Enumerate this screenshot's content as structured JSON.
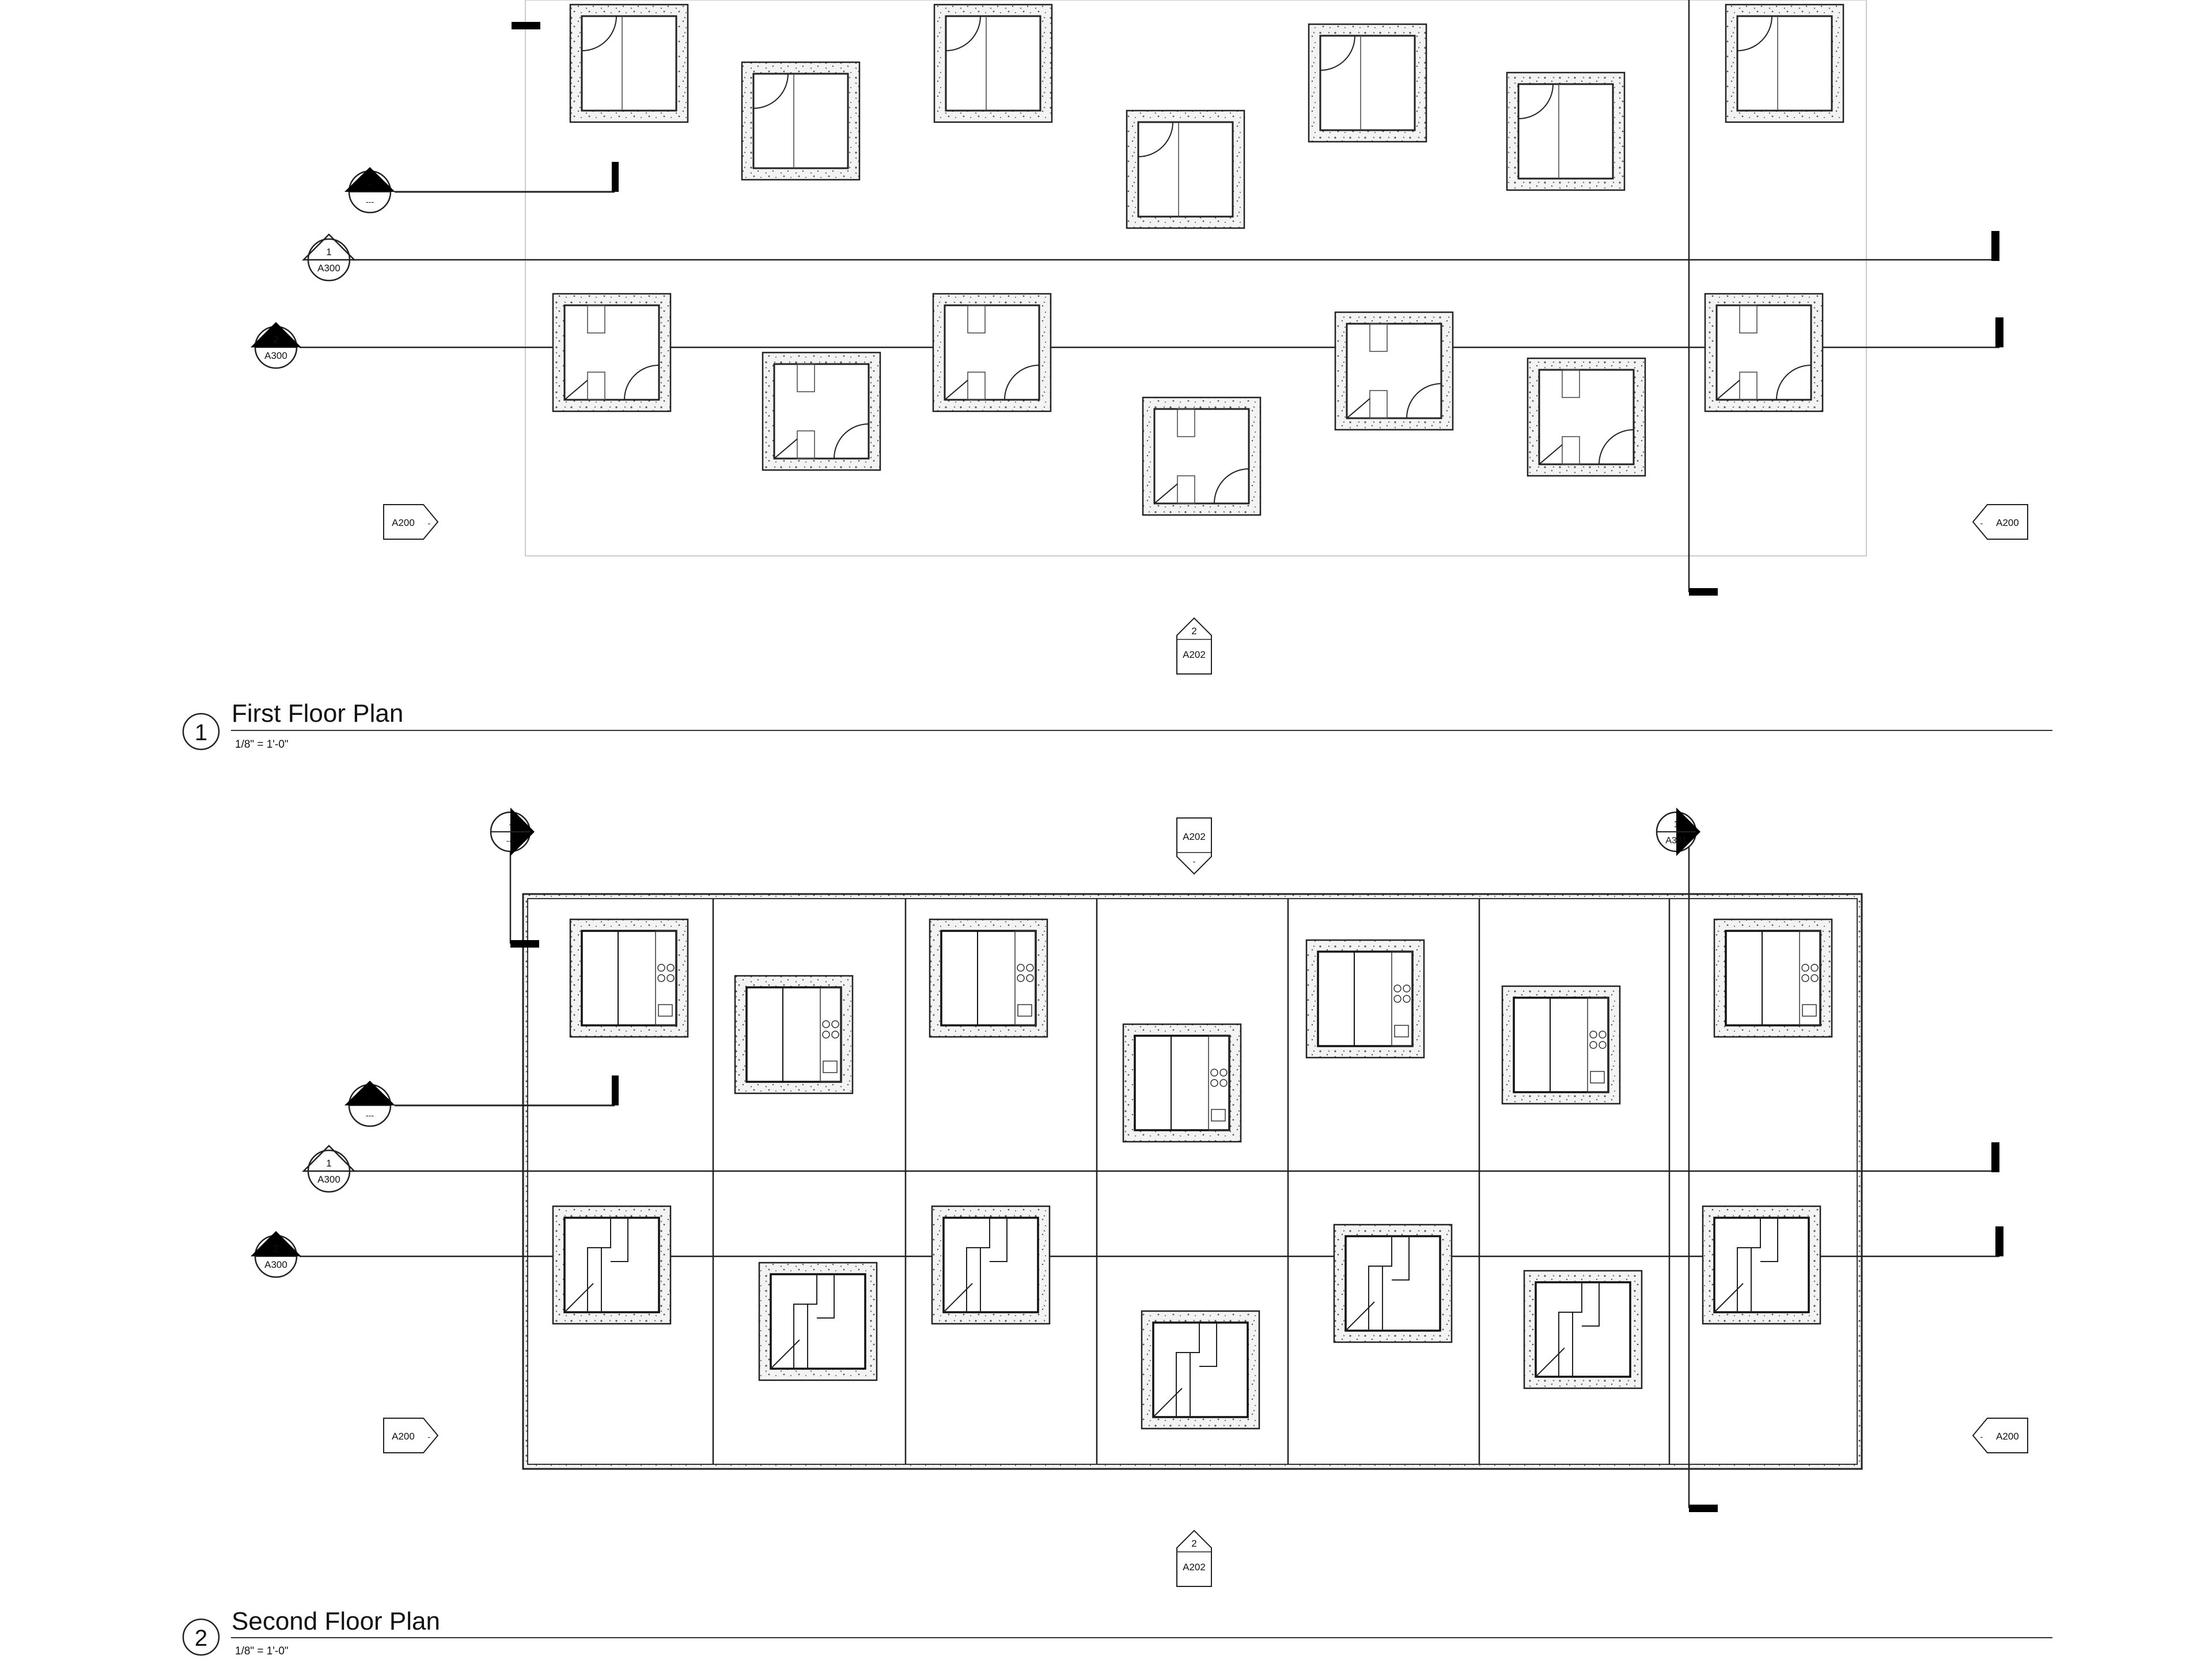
{
  "views": [
    {
      "number": "1",
      "title": "First Floor Plan",
      "scale": "1/8\" = 1'-0\""
    },
    {
      "number": "2",
      "title": "Second Floor Plan",
      "scale": "1/8\" = 1'-0\""
    }
  ],
  "markers": {
    "section_a": {
      "top": "-",
      "bottom": "---"
    },
    "section_1": {
      "top": "1",
      "bottom": "A300"
    },
    "section_2": {
      "top": "2",
      "bottom": "A300"
    },
    "elevation_side": {
      "sheet": "A200",
      "num": "-"
    },
    "elevation_front": {
      "num": "2",
      "sheet": "A202"
    },
    "elevation_back": {
      "num": "-",
      "sheet": "A202"
    },
    "grid_a": {
      "top": "-",
      "bottom": "---"
    },
    "grid_1": {
      "top": "1",
      "bottom": "A301"
    }
  },
  "colors": {
    "line": "#222222",
    "hatch": "#555555",
    "background": "#ffffff"
  }
}
